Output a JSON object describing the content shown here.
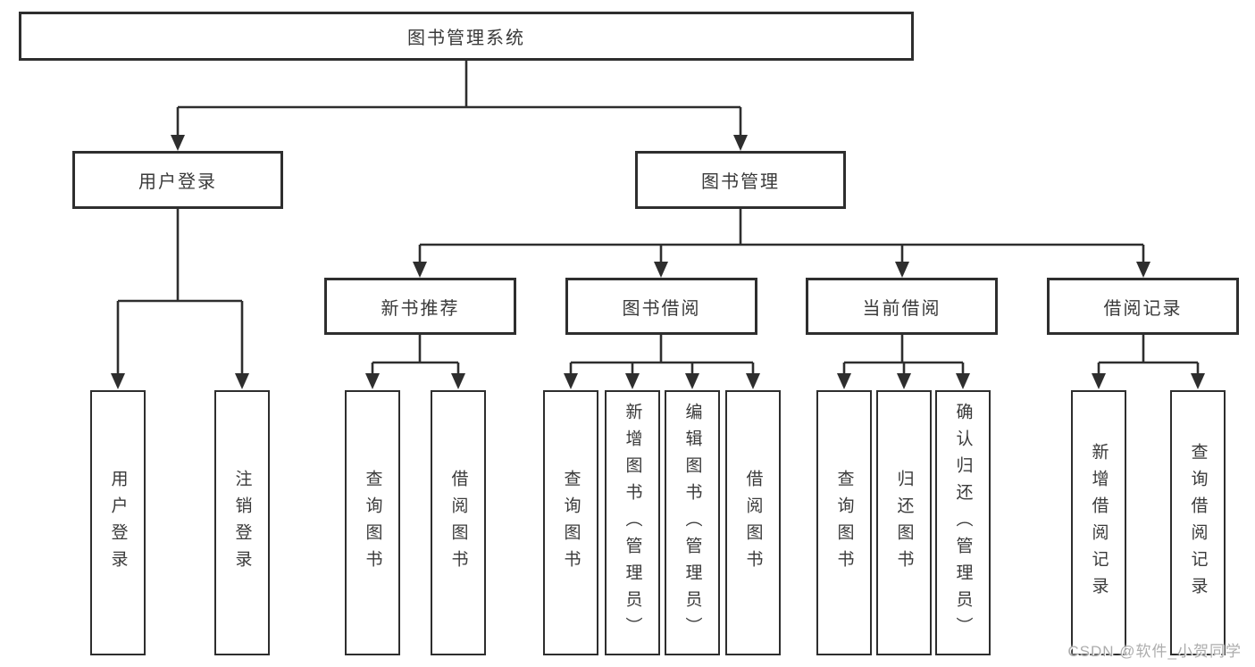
{
  "diagram": {
    "root": {
      "label": "图书管理系统"
    },
    "level2": [
      {
        "label": "用户登录"
      },
      {
        "label": "图书管理"
      }
    ],
    "level3": [
      {
        "label": "新书推荐"
      },
      {
        "label": "图书借阅"
      },
      {
        "label": "当前借阅"
      },
      {
        "label": "借阅记录"
      }
    ],
    "leaves": [
      {
        "label": "用户登录"
      },
      {
        "label": "注销登录"
      },
      {
        "label": "查询图书"
      },
      {
        "label": "借阅图书"
      },
      {
        "label": "查询图书"
      },
      {
        "label": "新增图书（管理员）"
      },
      {
        "label": "编辑图书（管理员）"
      },
      {
        "label": "借阅图书"
      },
      {
        "label": "查询图书"
      },
      {
        "label": "归还图书"
      },
      {
        "label": "确认归还（管理员）"
      },
      {
        "label": "新增借阅记录"
      },
      {
        "label": "查询借阅记录"
      }
    ],
    "watermark": "CSDN @软件_小贺同学",
    "colors": {
      "line": "#2e2e2e",
      "box_border": "#2e2e2e",
      "text": "#3a3a3a",
      "watermark": "#adadad",
      "background": "#ffffff"
    }
  }
}
